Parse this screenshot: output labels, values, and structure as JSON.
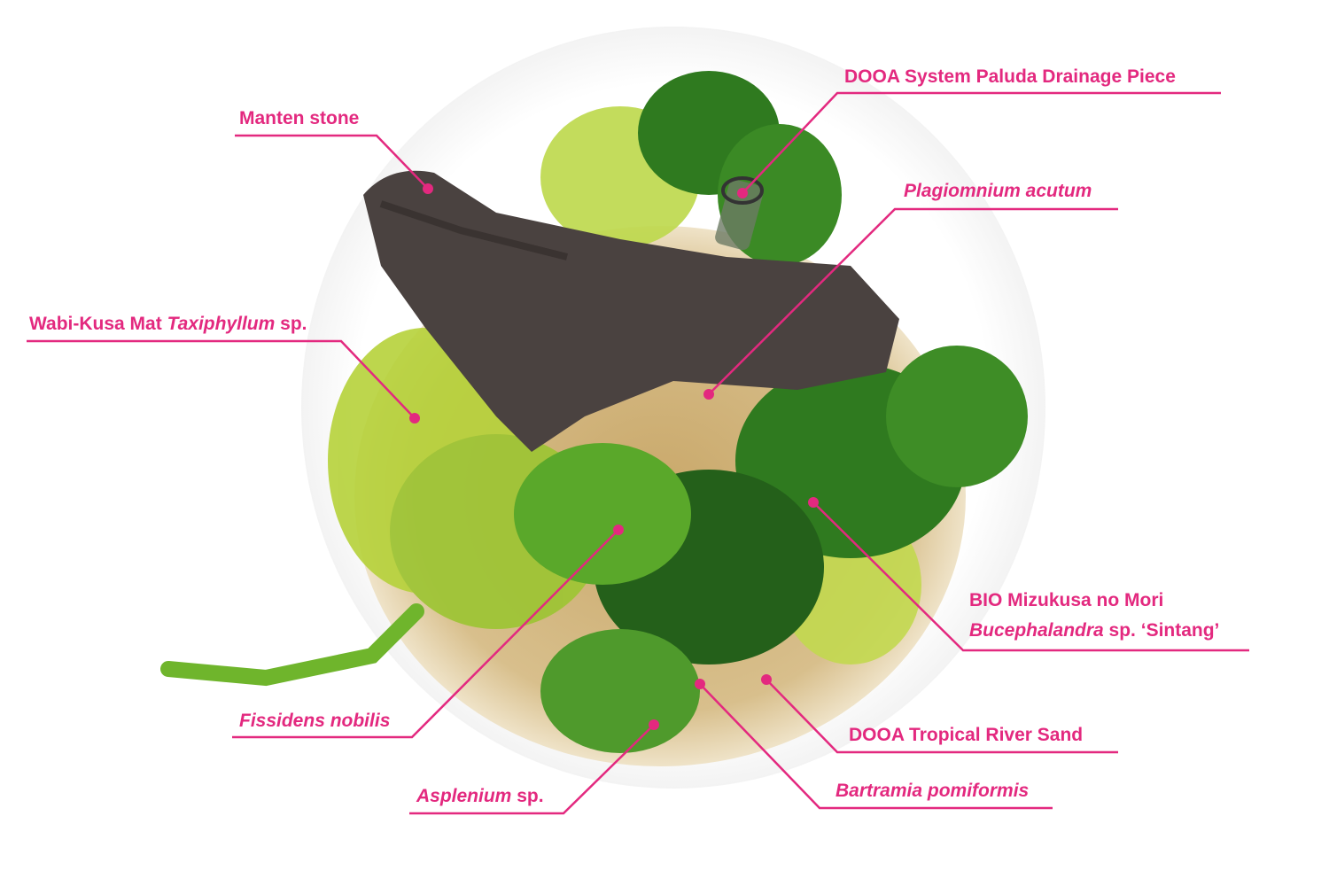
{
  "accent_color": "#e3297f",
  "labels": {
    "manten_stone": "Manten stone",
    "paluda_drainage": "DOOA System Paluda Drainage Piece",
    "plagiomnium": "Plagiomnium acutum",
    "wabikusa_prefix": "Wabi-Kusa Mat ",
    "wabikusa_italic": "Taxiphyllum",
    "wabikusa_suffix": " sp.",
    "bio_line1": "BIO Mizukusa no Mori",
    "bio_italic": "Bucephalandra",
    "bio_suffix": " sp. ‘Sintang’",
    "river_sand": "DOOA Tropical River Sand",
    "bartramia": "Bartramia pomiformis",
    "asplenium_italic": "Asplenium",
    "asplenium_suffix": " sp.",
    "fissidens": "Fissidens nobilis"
  }
}
